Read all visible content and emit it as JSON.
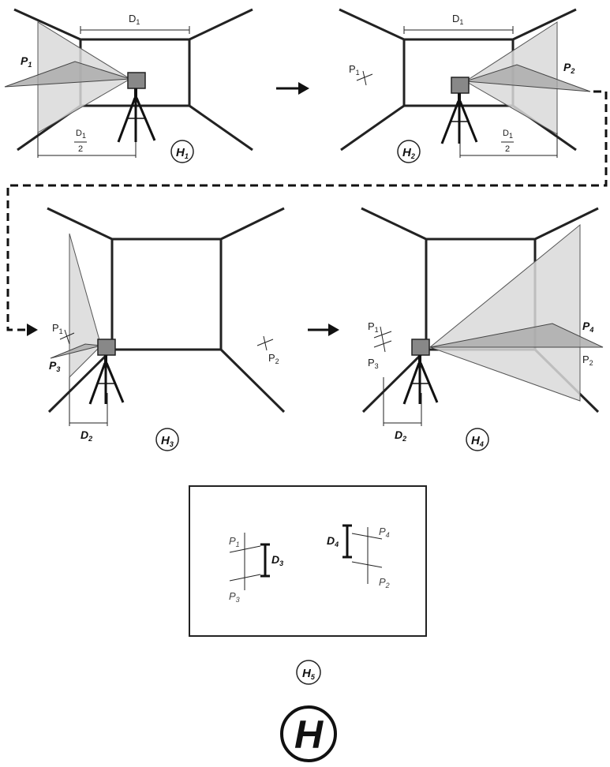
{
  "panels": {
    "h1": {
      "badge": "H",
      "badge_sub": "1",
      "dim_top": "D",
      "dim_top_sub": "1",
      "dim_frac_num": "D",
      "dim_frac_num_sub": "1",
      "dim_frac_den": "2",
      "point": "P",
      "point_sub": "1"
    },
    "h2": {
      "badge": "H",
      "badge_sub": "2",
      "dim_top": "D",
      "dim_top_sub": "1",
      "dim_frac_num": "D",
      "dim_frac_num_sub": "1",
      "dim_frac_den": "2",
      "mark": "P",
      "mark_sub": "1",
      "point": "P",
      "point_sub": "2"
    },
    "h3": {
      "badge": "H",
      "badge_sub": "3",
      "mark1": "P",
      "mark1_sub": "1",
      "point": "P",
      "point_sub": "3",
      "dim": "D",
      "dim_sub": "2",
      "mark2": "P",
      "mark2_sub": "2"
    },
    "h4": {
      "badge": "H",
      "badge_sub": "4",
      "mark1": "P",
      "mark1_sub": "1",
      "mark3": "P",
      "mark3_sub": "3",
      "point": "P",
      "point_sub": "4",
      "mark2": "P",
      "mark2_sub": "2",
      "dim": "D",
      "dim_sub": "2"
    },
    "h5": {
      "badge": "H",
      "badge_sub": "5",
      "p1": "P",
      "p1_sub": "1",
      "p3": "P",
      "p3_sub": "3",
      "d3": "D",
      "d3_sub": "3",
      "d4": "D",
      "d4_sub": "4",
      "p4": "P",
      "p4_sub": "4",
      "p2": "P",
      "p2_sub": "2"
    }
  },
  "figure_label": "H"
}
